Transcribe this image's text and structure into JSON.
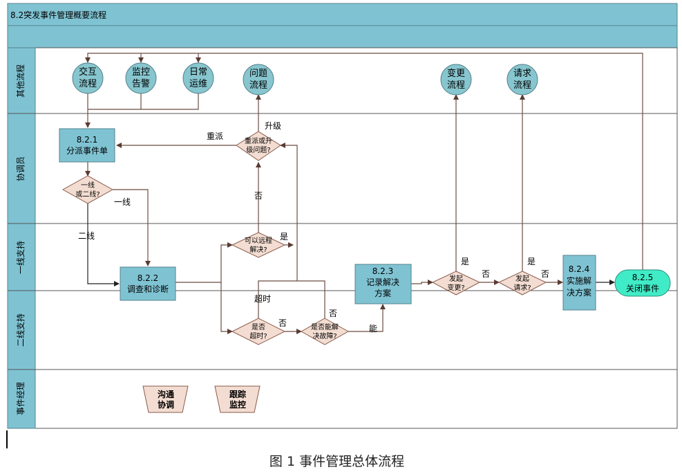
{
  "title": "8.2突发事件管理概要流程",
  "lanes": [
    "其他流程",
    "协调员",
    "一线支持",
    "二线支持",
    "事件经理"
  ],
  "nodes": {
    "interaction": [
      "交互",
      "流程"
    ],
    "monitor": [
      "监控",
      "告警"
    ],
    "daily_ops": [
      "日常",
      "运维"
    ],
    "problem": [
      "问题",
      "流程"
    ],
    "change": [
      "变更",
      "流程"
    ],
    "request": [
      "请求",
      "流程"
    ],
    "dispatch": [
      "8.2.1",
      "分派事件单"
    ],
    "investigate": [
      "8.2.2",
      "调查和诊断"
    ],
    "record": [
      "8.2.3",
      "记录解决",
      "方案"
    ],
    "implement": [
      "8.2.4",
      "实施解",
      "决方案"
    ],
    "close": [
      "8.2.5",
      "关闭事件"
    ],
    "reassign_q": [
      "重派或升",
      "级问题?"
    ],
    "line_q": [
      "一线",
      "或二线?"
    ],
    "remote_q": [
      "可以远程",
      "解决?"
    ],
    "timeout_q": [
      "是否",
      "超时?"
    ],
    "solve_q": [
      "是否能解",
      "决故障?"
    ],
    "change_q": [
      "发起",
      "变更?"
    ],
    "request_q": [
      "发起",
      "请求?"
    ],
    "communicate": [
      "沟通",
      "协调"
    ],
    "track": [
      "跟踪",
      "监控"
    ]
  },
  "labels": {
    "reassign": "重派",
    "escalate": "升级",
    "no_remote": "否",
    "first_line": "一线",
    "second_line": "二线",
    "remote_yes": "是",
    "timeout": "超时",
    "timeout_no": "否",
    "solve_no": "否",
    "solve_yes": "能",
    "change_yes": "是",
    "change_no": "否",
    "request_yes": "是",
    "request_no": "否"
  },
  "caption": "图 1 事件管理总体流程",
  "colors": {
    "teal": "#7fc3d3",
    "circle": "#87c6cf",
    "diamond": "#f3ddd2",
    "close": "#40ecc7",
    "line": "#6b4c42"
  }
}
